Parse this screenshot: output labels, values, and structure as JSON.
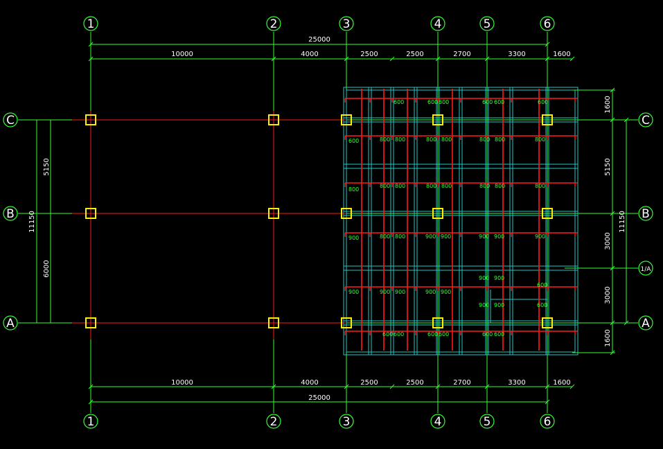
{
  "colors": {
    "background": "#000000",
    "grid": "#33ff33",
    "beam": "#ff1a1a",
    "frame": "#27c6c6",
    "column": "#ffee00",
    "text": "#ffffff"
  },
  "axes": {
    "vertical": [
      {
        "id": "ax-1",
        "label": "1"
      },
      {
        "id": "ax-2",
        "label": "2"
      },
      {
        "id": "ax-3",
        "label": "3"
      },
      {
        "id": "ax-4",
        "label": "4"
      },
      {
        "id": "ax-5",
        "label": "5"
      },
      {
        "id": "ax-6",
        "label": "6"
      }
    ],
    "horizontal": [
      {
        "id": "ax-C",
        "label": "C"
      },
      {
        "id": "ax-B",
        "label": "B"
      },
      {
        "id": "ax-A",
        "label": "A"
      }
    ],
    "sub_axis_label": "1/A"
  },
  "dimensions": {
    "top_total": "25000",
    "bottom_total": "25000",
    "top_segments": [
      "10000",
      "4000",
      "2500",
      "2500",
      "2700",
      "3300",
      "1600"
    ],
    "bottom_segments": [
      "10000",
      "4000",
      "2500",
      "2500",
      "2700",
      "3300",
      "1600"
    ],
    "left_segments": [
      "5150",
      "6000"
    ],
    "left_total": "11150",
    "right_segments": [
      "1600",
      "5150",
      "3000",
      "3000",
      "1600"
    ],
    "right_total": "11150"
  },
  "section_labels": [
    "600",
    "600",
    "600",
    "600",
    "600",
    "600",
    "600",
    "800",
    "800",
    "800",
    "800",
    "800",
    "800",
    "800",
    "800",
    "800",
    "800",
    "800",
    "800",
    "800",
    "800",
    "800",
    "800",
    "800",
    "900",
    "900",
    "900",
    "900",
    "900",
    "900",
    "900",
    "900",
    "900",
    "900",
    "900",
    "900",
    "900",
    "900",
    "900",
    "600",
    "600",
    "600",
    "600",
    "600",
    "600",
    "600",
    "600"
  ]
}
